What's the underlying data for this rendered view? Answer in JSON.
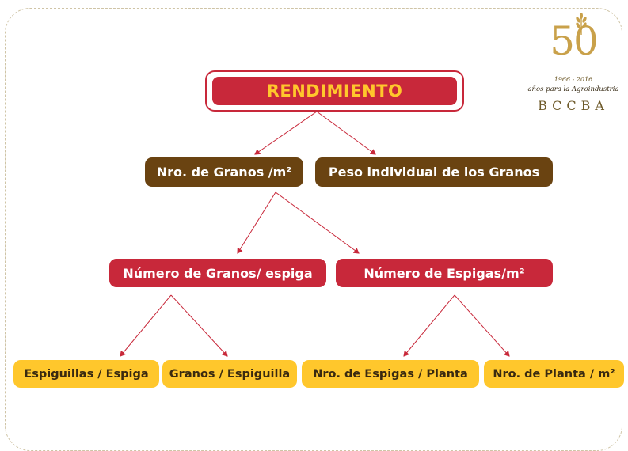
{
  "diagram": {
    "root": "RENDIMIENTO",
    "level1": [
      "Nro. de Granos /m²",
      "Peso individual de los Granos"
    ],
    "level2": [
      "Número de Granos/ espiga",
      "Número de Espigas/m²"
    ],
    "level3": [
      "Espiguillas / Espiga",
      "Granos / Espiguilla",
      "Nro. de Espigas / Planta",
      "Nro. de Planta / m²"
    ]
  },
  "logo": {
    "number": "50",
    "years": "1966 - 2016",
    "tagline": "años para la Agroindustria",
    "name": "BCCBA"
  },
  "colors": {
    "root": "#c8283a",
    "root_text": "#ffc72c",
    "level1": "#6a4311",
    "level2": "#c8283a",
    "level3": "#ffc72c",
    "arrows": "#c8283a",
    "logo_gold": "#c9a14a"
  }
}
